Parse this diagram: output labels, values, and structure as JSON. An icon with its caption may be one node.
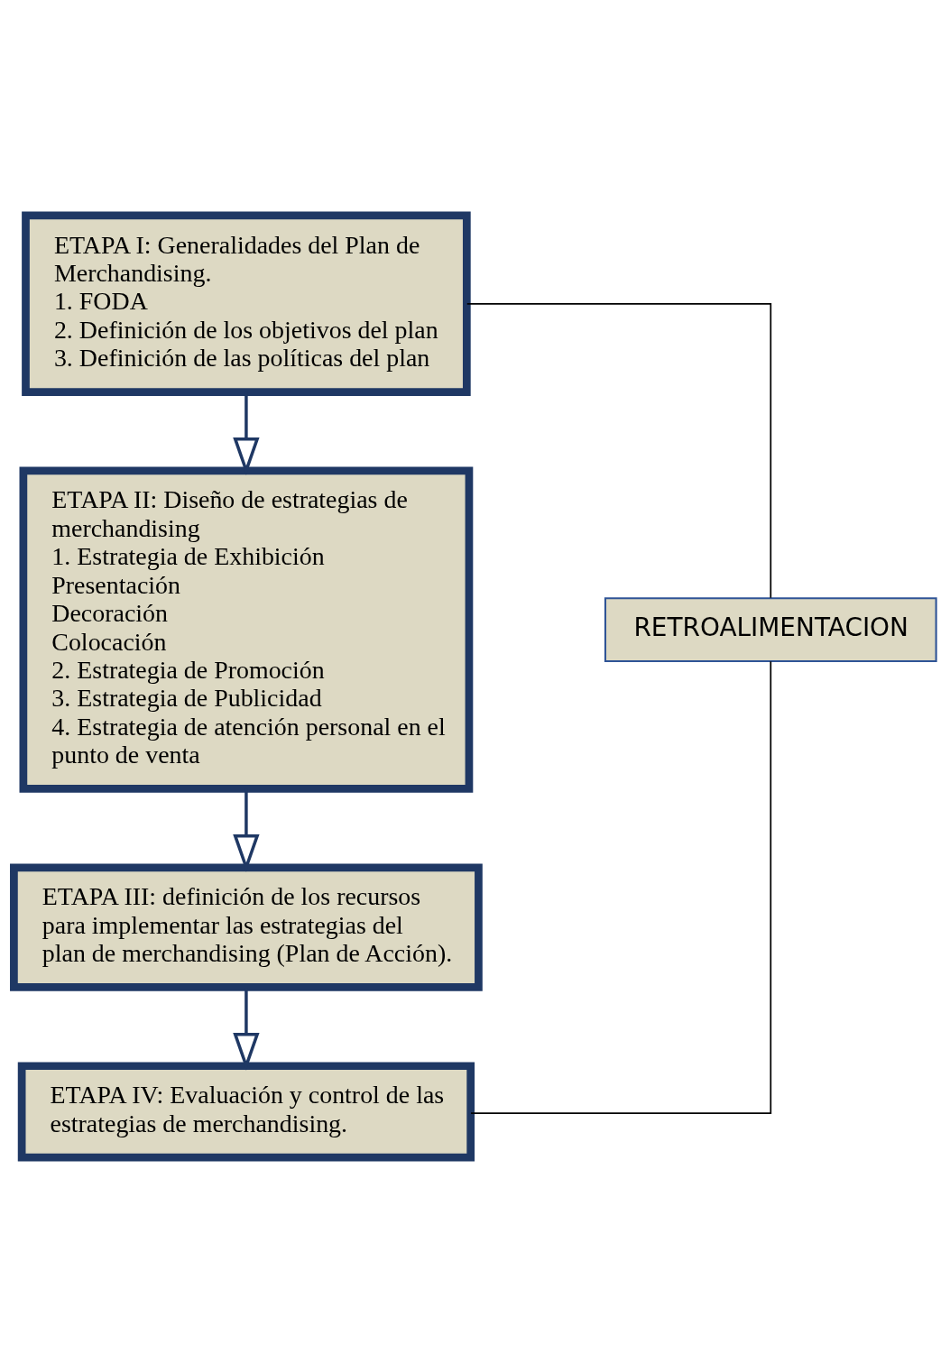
{
  "diagram": {
    "nodes": [
      {
        "text": [
          "ETAPA I: Generalidades del Plan de Merchandising.",
          "1. FODA",
          "2. Definición de los objetivos del plan",
          "3. Definición de las políticas del plan"
        ]
      },
      {
        "text": [
          "ETAPA II: Diseño de estrategias de merchandising",
          "1. Estrategia de Exhibición",
          "Presentación",
          "Decoración",
          "Colocación",
          "2. Estrategia de Promoción",
          "3. Estrategia de Publicidad",
          "4. Estrategia de atención personal en el punto de venta"
        ]
      },
      {
        "text": [
          "ETAPA III: definición de los recursos para implementar las estrategias del plan de merchandising (Plan de Acción)."
        ]
      },
      {
        "text": [
          "ETAPA IV: Evaluación y control de las estrategias de merchandising."
        ]
      },
      {
        "text": [
          "RETROALIMENTACION"
        ]
      }
    ],
    "edges": [
      {
        "from": 0,
        "to": 1,
        "arrow": "to"
      },
      {
        "from": 1,
        "to": 2,
        "arrow": "to"
      },
      {
        "from": 2,
        "to": 3,
        "arrow": "to"
      },
      {
        "from": 0,
        "to": 4,
        "arrow": "none",
        "color": "#000000"
      },
      {
        "from": 3,
        "to": 4,
        "arrow": "none",
        "color": "#000000"
      }
    ]
  }
}
